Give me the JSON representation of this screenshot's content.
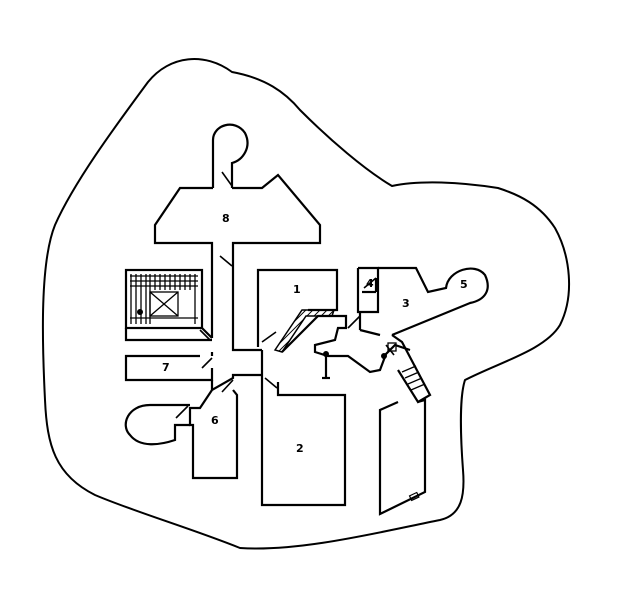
{
  "rooms": [
    {
      "id": "1",
      "label": "1"
    },
    {
      "id": "2",
      "label": "2"
    },
    {
      "id": "3",
      "label": "3"
    },
    {
      "id": "4",
      "label": "4"
    },
    {
      "id": "5",
      "label": "5"
    },
    {
      "id": "6",
      "label": "6"
    },
    {
      "id": "7",
      "label": "7"
    },
    {
      "id": "8",
      "label": "8"
    }
  ],
  "colors": {
    "line": "#000000",
    "background": "#ffffff",
    "hatch": "#000000"
  }
}
